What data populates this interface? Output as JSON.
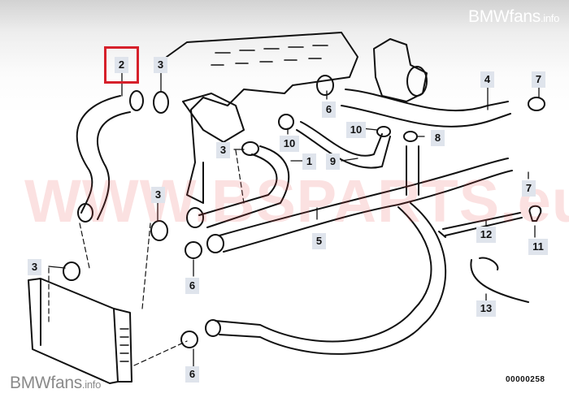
{
  "branding": {
    "top_main": "BMWfans",
    "top_suffix": ".info",
    "bottom_main": "BMWfans",
    "bottom_suffix": ".info"
  },
  "watermark": "WWW.BSPARTS.eu",
  "document_number": "00000258",
  "highlight_color": "#d6202a",
  "selected_part": "2",
  "parts": [
    {
      "id": "c2",
      "number": "2",
      "description": "radiator upper hose",
      "highlighted": true
    },
    {
      "id": "c3a",
      "number": "3",
      "description": "hose clamp"
    },
    {
      "id": "c4",
      "number": "4",
      "description": "hose"
    },
    {
      "id": "c7a",
      "number": "7",
      "description": "hose clamp"
    },
    {
      "id": "c6a",
      "number": "6",
      "description": "hose clamp"
    },
    {
      "id": "c10a",
      "number": "10",
      "description": "clamp"
    },
    {
      "id": "c10b",
      "number": "10",
      "description": "clamp"
    },
    {
      "id": "c8",
      "number": "8",
      "description": "clamp"
    },
    {
      "id": "c3b",
      "number": "3",
      "description": "hose clamp"
    },
    {
      "id": "c1",
      "number": "1",
      "description": "hose"
    },
    {
      "id": "c9",
      "number": "9",
      "description": "hose"
    },
    {
      "id": "c7b",
      "number": "7",
      "description": "hose clamp"
    },
    {
      "id": "c3c",
      "number": "3",
      "description": "hose clamp"
    },
    {
      "id": "c5",
      "number": "5",
      "description": "hose"
    },
    {
      "id": "c12",
      "number": "12",
      "description": "cable tie"
    },
    {
      "id": "c11",
      "number": "11",
      "description": "clip"
    },
    {
      "id": "c3d",
      "number": "3",
      "description": "hose clamp"
    },
    {
      "id": "c6b",
      "number": "6",
      "description": "hose clamp"
    },
    {
      "id": "c13",
      "number": "13",
      "description": "strap"
    },
    {
      "id": "c6c",
      "number": "6",
      "description": "hose clamp"
    }
  ]
}
